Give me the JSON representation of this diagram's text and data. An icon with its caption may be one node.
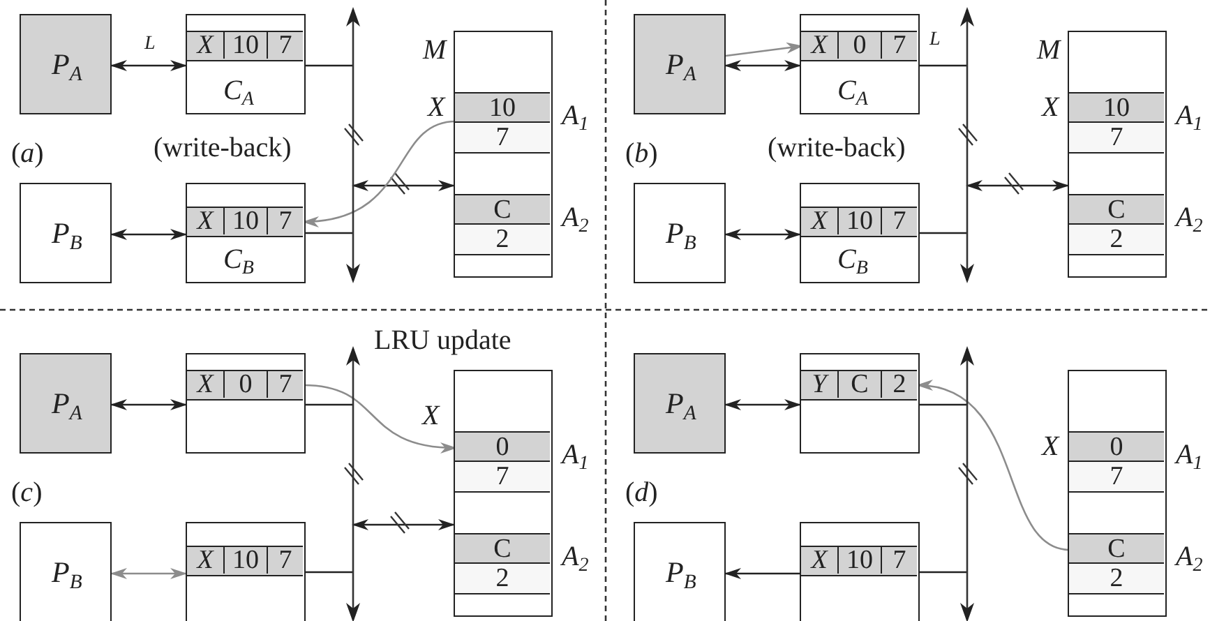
{
  "diagram": {
    "nodes": [
      {
        "text": [
          "P$_{A}$"
        ]
      },
      {
        "text": [
          "C$_{A}$"
        ]
      },
      {
        "text": [
          "X",
          "10",
          "7"
        ],
        "in": 1
      },
      {
        "text": [
          "P$_{B}$"
        ]
      },
      {
        "text": [
          "C$_{B}$"
        ]
      },
      {
        "text": [
          "X",
          "10",
          "7"
        ],
        "in": 4
      },
      {
        "text": [],
        "shape": "bar"
      },
      {
        "text": [
          "M"
        ]
      },
      {
        "text": [
          "10"
        ],
        "in": 7,
        "beside": [
          "X",
          "A$_{1}$"
        ]
      },
      {
        "text": [
          "7"
        ],
        "in": 7
      },
      {
        "text": [
          "C"
        ],
        "in": 7,
        "beside": [
          "A$_{2}$"
        ]
      },
      {
        "text": [
          "2"
        ],
        "in": 7
      },
      {
        "text": [
          "P$_{A}$"
        ]
      },
      {
        "text": [
          "C$_{A}$"
        ]
      },
      {
        "text": [
          "X",
          "0",
          "7"
        ],
        "in": 13
      },
      {
        "text": [
          "P$_{B}$"
        ]
      },
      {
        "text": [
          "C$_{B}$"
        ]
      },
      {
        "text": [
          "X",
          "10",
          "7"
        ],
        "in": 16
      },
      {
        "text": [],
        "shape": "bar"
      },
      {
        "text": [
          "M"
        ]
      },
      {
        "text": [
          "10"
        ],
        "in": 19,
        "beside": [
          "X",
          "A$_{1}$"
        ]
      },
      {
        "text": [
          "7"
        ],
        "in": 19
      },
      {
        "text": [
          "C"
        ],
        "in": 19,
        "beside": [
          "A$_{2}$"
        ]
      },
      {
        "text": [
          "2"
        ],
        "in": 19
      },
      {
        "text": [
          "P$_{A}$"
        ]
      },
      {
        "text": [],
        "shape": "box"
      },
      {
        "text": [
          "X",
          "0",
          "7"
        ],
        "in": 25
      },
      {
        "text": [
          "P$_{B}$"
        ]
      },
      {
        "text": [],
        "shape": "box"
      },
      {
        "text": [
          "X",
          "10",
          "7"
        ],
        "in": 28
      },
      {
        "text": [],
        "shape": "bar"
      },
      {
        "text": [],
        "shape": "box"
      },
      {
        "text": [
          "0"
        ],
        "in": 31,
        "beside": [
          "X",
          "A$_{1}$"
        ]
      },
      {
        "text": [
          "7"
        ],
        "in": 31
      },
      {
        "text": [
          "C"
        ],
        "in": 31,
        "beside": [
          "A$_{2}$"
        ]
      },
      {
        "text": [
          "2"
        ],
        "in": 31
      },
      {
        "text": [
          "P$_{A}$"
        ]
      },
      {
        "text": [],
        "shape": "box"
      },
      {
        "text": [
          "Y",
          "C",
          "2"
        ],
        "in": 37
      },
      {
        "text": [
          "P$_{B}$"
        ]
      },
      {
        "text": [],
        "shape": "box"
      },
      {
        "text": [
          "X",
          "10",
          "7"
        ],
        "in": 40
      },
      {
        "text": [],
        "shape": "bar"
      },
      {
        "text": [],
        "shape": "box"
      },
      {
        "text": [
          "0"
        ],
        "in": 43,
        "beside": [
          "X",
          "A$_{1}$"
        ]
      },
      {
        "text": [
          "7"
        ],
        "in": 43
      },
      {
        "text": [
          "C"
        ],
        "in": 43,
        "beside": [
          "A$_{2}$"
        ]
      },
      {
        "text": [
          "2"
        ],
        "in": 43
      }
    ],
    "edges": [
      {
        "from": 0,
        "to": 1,
        "arrow": "both",
        "label": "L"
      },
      {
        "from": 3,
        "to": 4,
        "arrow": "both"
      },
      {
        "from": 1,
        "to": 6,
        "arrow": "none"
      },
      {
        "from": 4,
        "to": 6,
        "arrow": "none"
      },
      {
        "from": 6,
        "to": 7,
        "arrow": "both"
      },
      {
        "from": 8,
        "to": 5,
        "arrow": "to",
        "color": "#8c8c8c"
      },
      {
        "from": 12,
        "to": 13,
        "arrow": "both"
      },
      {
        "from": 15,
        "to": 16,
        "arrow": "both"
      },
      {
        "from": 13,
        "to": 18,
        "arrow": "none"
      },
      {
        "from": 16,
        "to": 18,
        "arrow": "none"
      },
      {
        "from": 18,
        "to": 19,
        "arrow": "both"
      },
      {
        "from": 12,
        "to": 14,
        "arrow": "to",
        "color": "#8c8c8c"
      },
      {
        "from": 24,
        "to": 25,
        "arrow": "both"
      },
      {
        "from": 27,
        "to": 28,
        "arrow": "both",
        "color": "#8c8c8c"
      },
      {
        "from": 25,
        "to": 30,
        "arrow": "none"
      },
      {
        "from": 28,
        "to": 30,
        "arrow": "none"
      },
      {
        "from": 30,
        "to": 31,
        "arrow": "both"
      },
      {
        "from": 26,
        "to": 32,
        "arrow": "to",
        "color": "#8c8c8c"
      },
      {
        "from": 36,
        "to": 37,
        "arrow": "both"
      },
      {
        "from": 40,
        "to": 39,
        "arrow": "to"
      },
      {
        "from": 37,
        "to": 42,
        "arrow": "none"
      },
      {
        "from": 40,
        "to": 42,
        "arrow": "none"
      },
      {
        "from": 46,
        "to": 38,
        "arrow": "to",
        "color": "#8c8c8c"
      }
    ],
    "labels": [
      "(*a*)",
      "(write-back)",
      "L",
      "(*b*)",
      "(write-back)",
      "LRU update",
      "(*c*)",
      "(*d*)"
    ]
  }
}
